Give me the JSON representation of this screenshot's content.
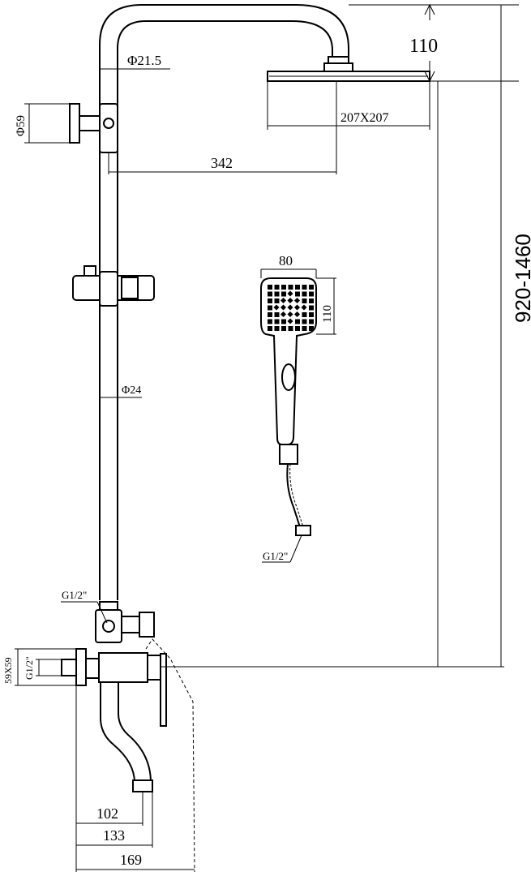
{
  "dimensions": {
    "arm_drop": "110",
    "arm_pipe_dia": "Φ21.5",
    "wall_flange_dia": "Φ59",
    "head_size": "207X207",
    "arm_reach": "342",
    "hand_width": "80",
    "hand_height": "110",
    "rail_dia": "Φ24",
    "total_height": "920-1460",
    "hose_thread": "G1/2\"",
    "diverter_thread": "G1/2\"",
    "mixer_flange": "59X59",
    "mixer_thread": "G1/2\"",
    "spout_102": "102",
    "spout_133": "133",
    "spout_169": "169"
  }
}
